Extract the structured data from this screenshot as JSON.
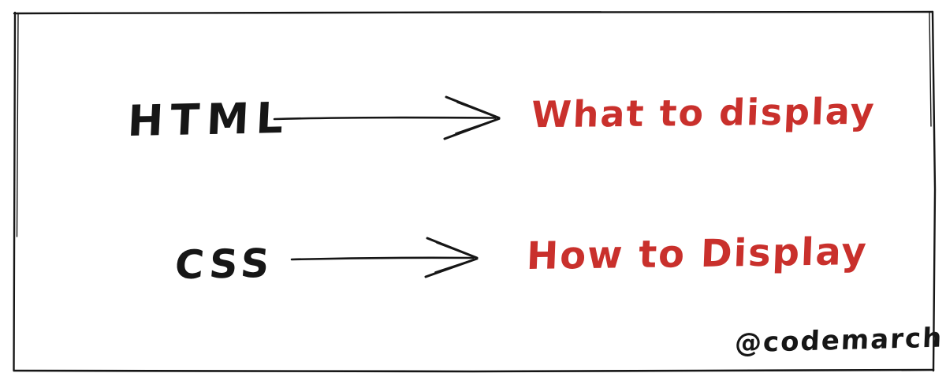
{
  "colors": {
    "ink": "#161616",
    "accent_red": "#c9302c",
    "background": "#ffffff"
  },
  "rows": [
    {
      "term": "HTML",
      "arrow_icon": "arrow-right",
      "description": "What to display"
    },
    {
      "term": "CSS",
      "arrow_icon": "arrow-right",
      "description": "How to Display"
    }
  ],
  "signature": "@codemarch"
}
